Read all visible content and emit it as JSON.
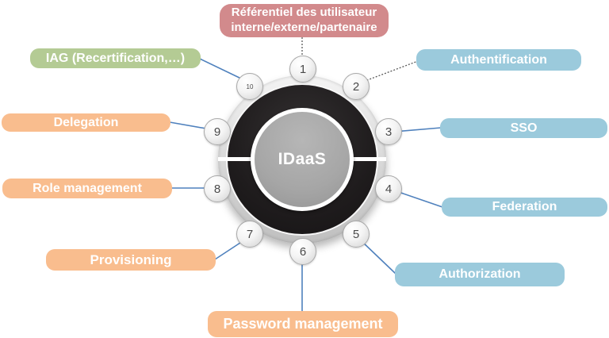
{
  "diagram": {
    "hub_label": "IDaaS",
    "nodes": [
      {
        "num": "1"
      },
      {
        "num": "2"
      },
      {
        "num": "3"
      },
      {
        "num": "4"
      },
      {
        "num": "5"
      },
      {
        "num": "6"
      },
      {
        "num": "7"
      },
      {
        "num": "8"
      },
      {
        "num": "9"
      },
      {
        "num": "10"
      }
    ],
    "labels": {
      "referentiel": {
        "line1": "Référentiel des utilisateur",
        "line2": "interne/externe/partenaire",
        "color": "#d28a8c"
      },
      "authentification": {
        "text": "Authentification",
        "color": "#9bcadc"
      },
      "sso": {
        "text": "SSO",
        "color": "#9bcadc"
      },
      "federation": {
        "text": "Federation",
        "color": "#9bcadc"
      },
      "authorization": {
        "text": "Authorization",
        "color": "#9bcadc"
      },
      "password_management": {
        "text": "Password management",
        "color": "#f9bd8e"
      },
      "provisioning": {
        "text": "Provisioning",
        "color": "#f9bd8e"
      },
      "role_management": {
        "text": "Role management",
        "color": "#f9bd8e"
      },
      "delegation": {
        "text": "Delegation",
        "color": "#f9bd8e"
      },
      "iag": {
        "text": "IAG (Recertification,…)",
        "color": "#b4cb94"
      }
    },
    "colors": {
      "hub_ring_black": "#1f1c1d",
      "hub_center_gray": "#a6a6a6",
      "outer_ring_silver": "#dcdcdc",
      "connector_solid_blue": "#4f81bd",
      "connector_dotted_gray": "#595959",
      "background": "#ffffff",
      "label_text": "#ffffff"
    }
  }
}
